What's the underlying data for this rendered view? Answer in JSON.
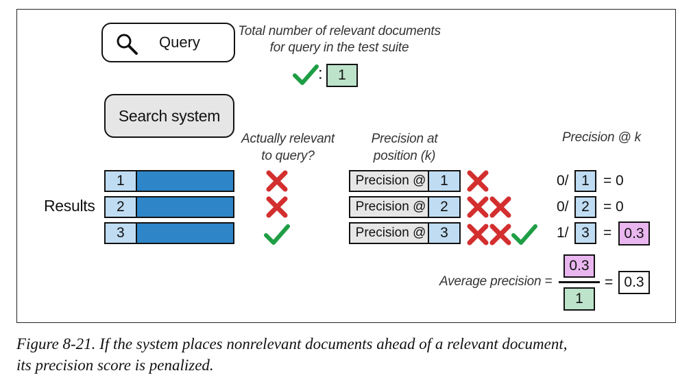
{
  "query": {
    "label": "Query"
  },
  "relevant_total": {
    "label_line1": "Total number of relevant documents",
    "label_line2": "for query in the test suite",
    "value": "1"
  },
  "search_system": {
    "label": "Search system"
  },
  "headers": {
    "relevant_line1": "Actually relevant",
    "relevant_line2": "to query?",
    "precision_at_line1": "Precision at",
    "precision_at_line2": "position (k)",
    "precision_k": "Precision @ k"
  },
  "results_label": "Results",
  "rows": [
    {
      "rank": "1",
      "relevant": false,
      "precision_label": "Precision @",
      "k": "1",
      "numerator": "0/",
      "denominator": "1",
      "eq": "=",
      "result": "0",
      "marks": [
        "x"
      ]
    },
    {
      "rank": "2",
      "relevant": false,
      "precision_label": "Precision @",
      "k": "2",
      "numerator": "0/",
      "denominator": "2",
      "eq": "=",
      "result": "0",
      "marks": [
        "x",
        "x"
      ]
    },
    {
      "rank": "3",
      "relevant": true,
      "precision_label": "Precision @",
      "k": "3",
      "numerator": "1/",
      "denominator": "3",
      "eq": "=",
      "result": "0.3",
      "marks": [
        "x",
        "x",
        "check"
      ]
    }
  ],
  "average": {
    "label": "Average precision =",
    "numerator": "0.3",
    "denominator": "1",
    "eq": "=",
    "result": "0.3"
  },
  "colors": {
    "check": "#1f9e45",
    "cross": "#d32f2f",
    "bar": "#2e86c9",
    "light_blue": "#bfdcf2",
    "pink": "#e9b6ef",
    "green_box": "#bde3cb"
  },
  "caption": {
    "line1": "Figure 8-21. If the system places nonrelevant documents ahead of a relevant document,",
    "line2": "its precision score is penalized."
  }
}
